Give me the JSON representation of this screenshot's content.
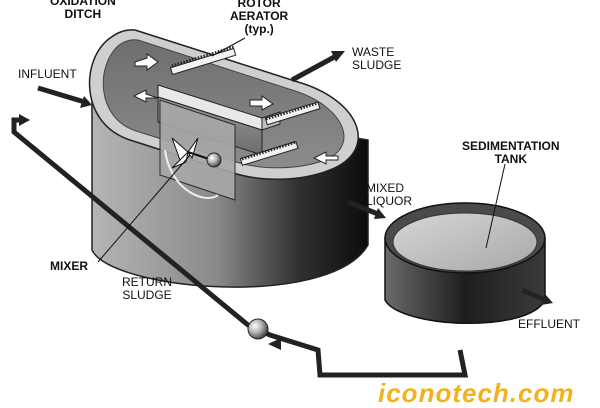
{
  "labels": {
    "oxidation_ditch_1": "OXIDATION",
    "oxidation_ditch_2": "DITCH",
    "rotor_aerator_1": "ROTOR",
    "rotor_aerator_2": "AERATOR",
    "rotor_aerator_3": "(typ.)",
    "waste_sludge_1": "WASTE",
    "waste_sludge_2": "SLUDGE",
    "influent": "INFLUENT",
    "sedimentation_tank_1": "SEDIMENTATION",
    "sedimentation_tank_2": "TANK",
    "mixed_liquor_1": "MIXED",
    "mixed_liquor_2": "LIQUOR",
    "mixer": "MIXER",
    "return_sludge_1": "RETURN",
    "return_sludge_2": "SLUDGE",
    "effluent": "EFFLUENT"
  },
  "brand": {
    "text": "iconotech.com",
    "color": "#f3b21b"
  }
}
